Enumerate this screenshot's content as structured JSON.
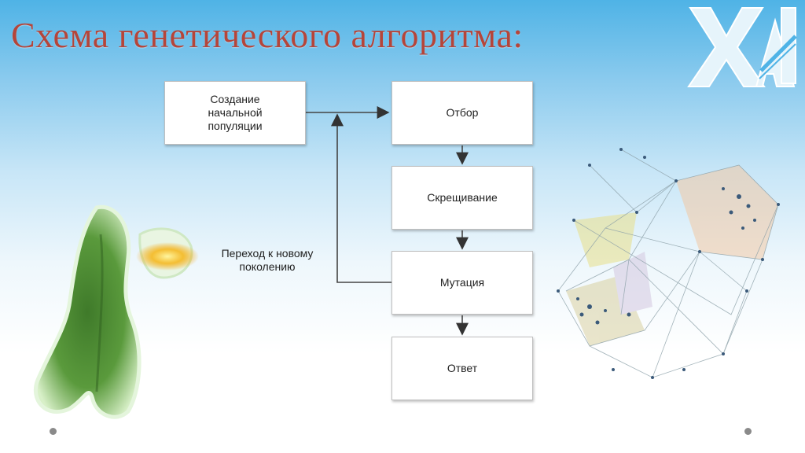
{
  "slide": {
    "title": "Схема генетического алгоритма:"
  },
  "flowchart": {
    "nodes": {
      "init": "Создание начальной популяции",
      "selection": "Отбор",
      "crossover": "Скрещивание",
      "mutation": "Мутация",
      "answer": "Ответ"
    },
    "loop_label": "Переход к новому поколению"
  },
  "logo": {
    "text": "XAI"
  }
}
